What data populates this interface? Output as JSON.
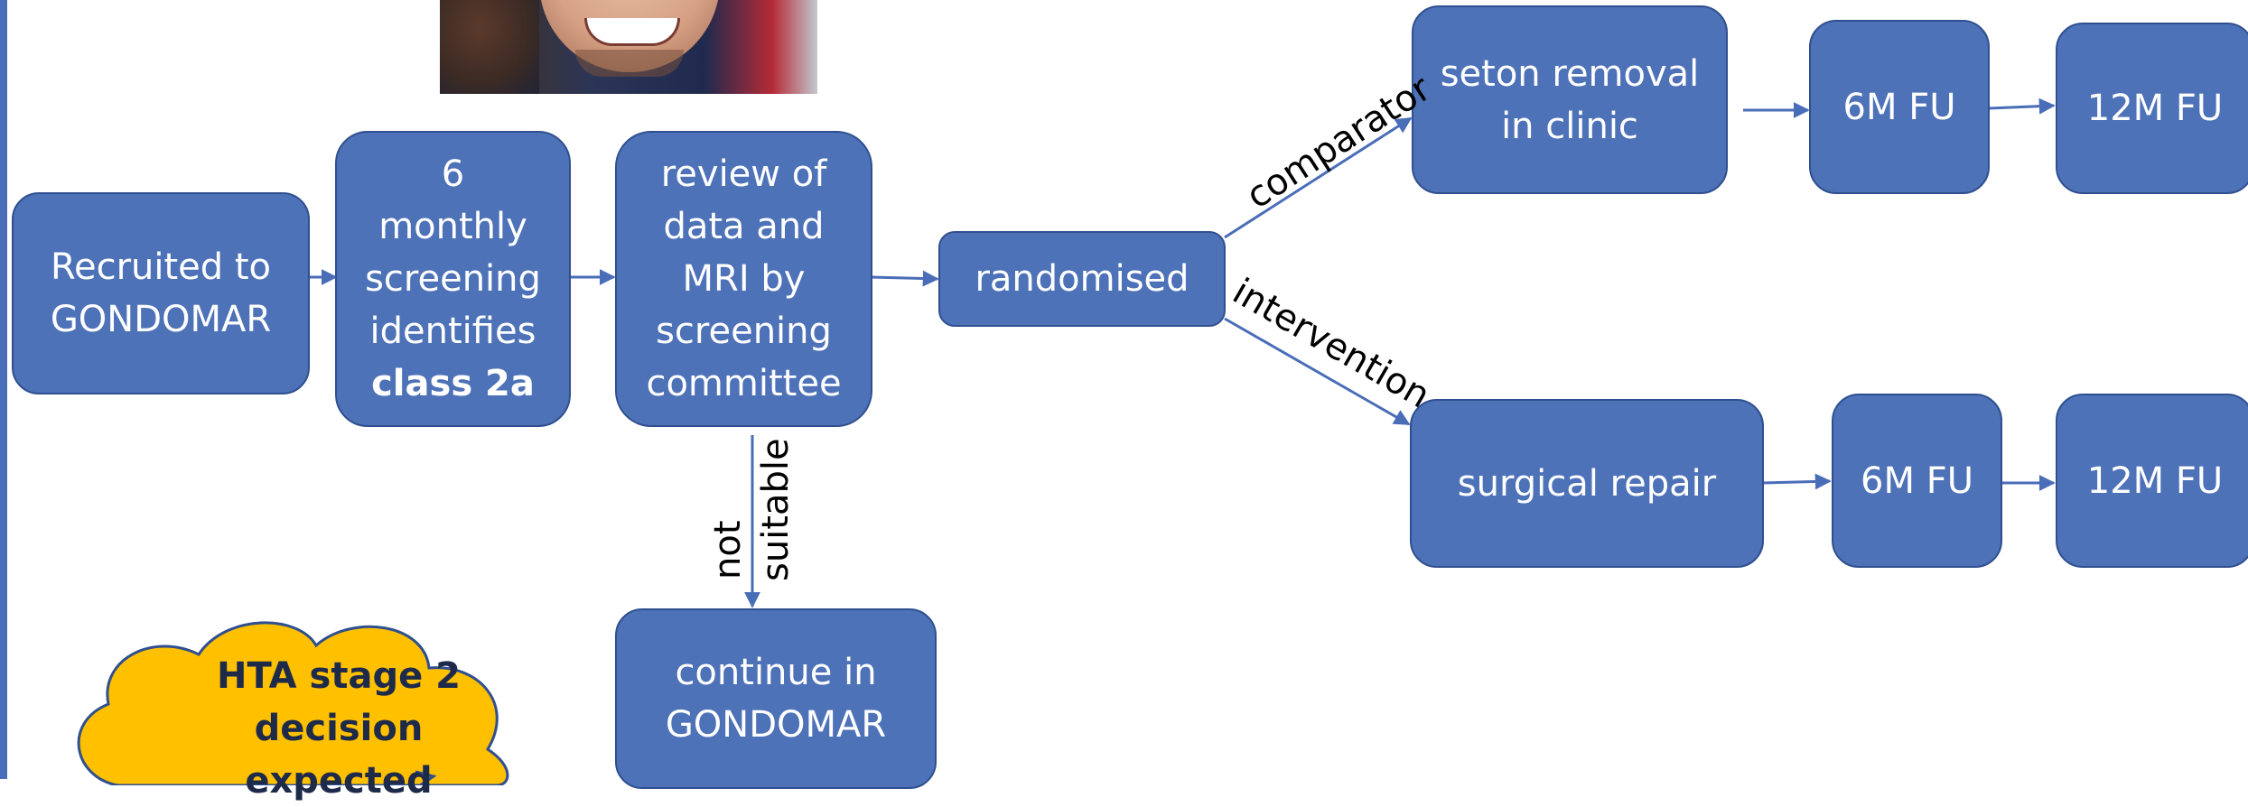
{
  "boxes": {
    "recruited": "Recruited to GONDOMAR",
    "screening_line1": "6",
    "screening_line2": "monthly",
    "screening_line3": "screening",
    "screening_line4": "identifies",
    "screening_bold": "class 2a",
    "review": "review of data and MRI by screening committee",
    "randomised": "randomised",
    "seton": "seton removal in clinic",
    "fu6_top": "6M FU",
    "fu12_top": "12M FU",
    "surgical": "surgical repair",
    "fu6_bottom": "6M FU",
    "fu12_bottom": "12M FU",
    "continue": "continue in GONDOMAR"
  },
  "labels": {
    "comparator": "comparator",
    "intervention": "intervention",
    "not": "not",
    "suitable": "suitable"
  },
  "callout": {
    "text": "HTA stage 2 decision expected"
  },
  "colors": {
    "box_fill": "#4e72b8",
    "box_border": "#2f4f8f",
    "arrow": "#4a6db8",
    "cloud_fill": "#ffc000",
    "cloud_text": "#1e2a4a"
  }
}
